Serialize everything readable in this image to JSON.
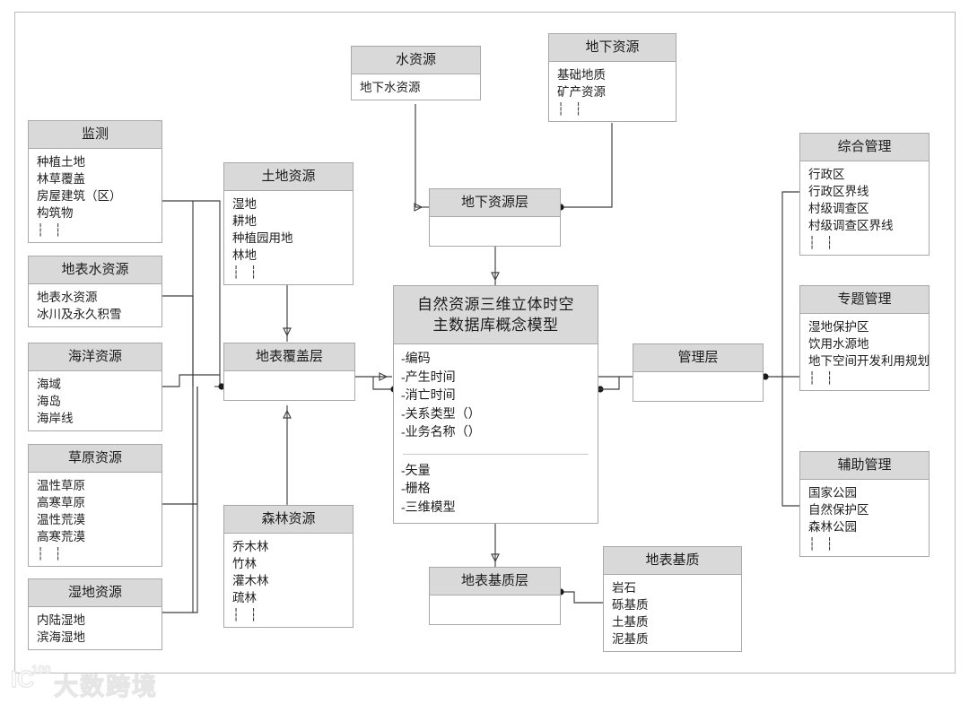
{
  "diagram": {
    "title": "自然资源三维立体时空主数据库概念模型",
    "watermark": {
      "logo": "IC",
      "sup": "100",
      "text": "大数跨境"
    },
    "ellipsis": "┆ ┆",
    "entities": {
      "monitor": {
        "title": "监测",
        "attrs": [
          "种植土地",
          "林草覆盖",
          "房屋建筑（区）",
          "构筑物",
          "┆ ┆"
        ]
      },
      "surface_water": {
        "title": "地表水资源",
        "attrs": [
          "地表水资源",
          "冰川及永久积雪"
        ]
      },
      "ocean": {
        "title": "海洋资源",
        "attrs": [
          "海域",
          "海岛",
          "海岸线"
        ]
      },
      "grassland": {
        "title": "草原资源",
        "attrs": [
          "温性草原",
          "高寒草原",
          "温性荒漠",
          "高寒荒漠",
          "┆ ┆"
        ]
      },
      "wetland": {
        "title": "湿地资源",
        "attrs": [
          "内陆湿地",
          "滨海湿地"
        ]
      },
      "land": {
        "title": "土地资源",
        "attrs": [
          "湿地",
          "耕地",
          "种植园用地",
          "林地",
          "┆ ┆"
        ]
      },
      "forest": {
        "title": "森林资源",
        "attrs": [
          "乔木林",
          "竹林",
          "灌木林",
          "疏林",
          "┆ ┆"
        ]
      },
      "water": {
        "title": "水资源",
        "attrs": [
          "地下水资源"
        ]
      },
      "underground": {
        "title": "地下资源",
        "attrs": [
          "基础地质",
          "矿产资源",
          "┆ ┆"
        ]
      },
      "comprehensive": {
        "title": "综合管理",
        "attrs": [
          "行政区",
          "行政区界线",
          "村级调查区",
          "村级调查区界线",
          "┆ ┆"
        ]
      },
      "thematic": {
        "title": "专题管理",
        "attrs": [
          "湿地保护区",
          "饮用水源地",
          "地下空间开发利用规划",
          "┆ ┆"
        ]
      },
      "auxiliary": {
        "title": "辅助管理",
        "attrs": [
          "国家公园",
          "自然保护区",
          "森林公园",
          "┆ ┆"
        ]
      },
      "substrate": {
        "title": "地表基质",
        "attrs": [
          "岩石",
          "砾基质",
          "土基质",
          "泥基质"
        ]
      }
    },
    "layers": {
      "underground_layer": {
        "title": "地下资源层"
      },
      "landcover_layer": {
        "title": "地表覆盖层"
      },
      "management_layer": {
        "title": "管理层"
      },
      "substrate_layer": {
        "title": "地表基质层"
      }
    },
    "central": {
      "title": "自然资源三维立体时空\n主数据库概念模型",
      "attrs_top": [
        "-编码",
        "-产生时间",
        "-消亡时间",
        "-关系类型（）",
        "-业务名称（）"
      ],
      "attrs_bottom": [
        "-矢量",
        "-栅格",
        "-三维模型"
      ]
    }
  }
}
